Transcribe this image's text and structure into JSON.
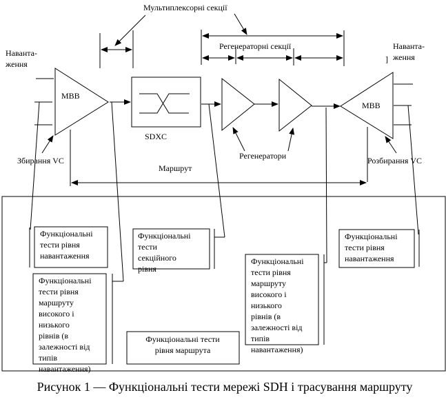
{
  "labels": {
    "multiplexer_sections": "Мультиплексорні секції",
    "regenerator_sections": "Регенераторні секції",
    "payload_left": [
      "Наванта-",
      "ження"
    ],
    "payload_right": [
      "Наванта-",
      "ження"
    ],
    "mvv_left": "МВВ",
    "mvv_right": "МВВ",
    "sdxc": "SDXC",
    "vc_assembly": "Збирання VC",
    "vc_disassembly": "Розбирання VC",
    "regenerators": "Регенератори",
    "route": "Маршрут",
    "stray_mark": "]"
  },
  "test_boxes": {
    "payload_left": [
      "Функціональні",
      "тести рівня",
      "навантаження"
    ],
    "route_hl_left": [
      "Функціональні",
      "тести рівня",
      "маршруту",
      "високого і",
      "низького",
      "рівнів (в",
      "залежності від",
      "типів",
      "навантаження)"
    ],
    "section": [
      "Функціональні",
      "тести",
      "секційного",
      "рівня"
    ],
    "route": [
      "Функціональні тести",
      "рівня маршрута"
    ],
    "route_hl_right": [
      "Функціональні",
      "тести рівня",
      "маршруту",
      "високого і",
      "низького",
      "рівнів (в",
      "залежності від",
      "типів",
      "навантаження)"
    ],
    "payload_right": [
      "Функціональні",
      "тести рівня",
      "навантаження"
    ]
  },
  "caption": "Рисунок 1 — Функціональні тести мережі SDH і трасування маршруту"
}
